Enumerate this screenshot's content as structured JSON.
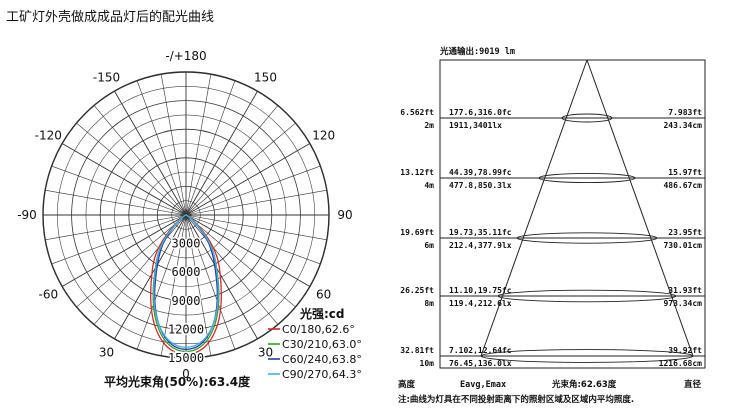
{
  "title": "工矿灯外壳做成成品灯后的配光曲线",
  "polar": {
    "angle_labels": [
      {
        "deg": 0,
        "text": "0"
      },
      {
        "deg": 30,
        "text": "30"
      },
      {
        "deg": -30,
        "text": "30"
      },
      {
        "deg": 60,
        "text": "60"
      },
      {
        "deg": -60,
        "text": "-60"
      },
      {
        "deg": 90,
        "text": "90"
      },
      {
        "deg": -90,
        "text": "-90"
      },
      {
        "deg": 120,
        "text": "120"
      },
      {
        "deg": -120,
        "text": "-120"
      },
      {
        "deg": 150,
        "text": "150"
      },
      {
        "deg": -150,
        "text": "-150"
      },
      {
        "deg": 180,
        "text": "-/+180"
      }
    ],
    "rings": [
      3000,
      6000,
      9000,
      12000,
      15000
    ],
    "ring_labels": [
      "3000",
      "6000",
      "9000",
      "12000",
      "15000"
    ],
    "unit_label": "光强:cd",
    "legend": [
      {
        "label": "C0/180,62.6°",
        "color": "#d42a2a"
      },
      {
        "label": "C30/210,63.0°",
        "color": "#3a9a2a"
      },
      {
        "label": "C60/240,63.8°",
        "color": "#2a3aa8"
      },
      {
        "label": "C90/270,64.3°",
        "color": "#3ab4e0"
      }
    ],
    "beam_angle_text": "平均光束角(50%):63.4度"
  },
  "cone": {
    "flux_label": "光通输出:9019 lm",
    "rows": [
      {
        "height_ft": "6.562ft",
        "height_m": "2m",
        "e_fc": "177.6,316.0fc",
        "e_lx": "1911,3401lx",
        "dia_ft": "7.983ft",
        "dia_cm": "243.34cm"
      },
      {
        "height_ft": "13.12ft",
        "height_m": "4m",
        "e_fc": "44.39,78.99fc",
        "e_lx": "477.8,850.3lx",
        "dia_ft": "15.97ft",
        "dia_cm": "486.67cm"
      },
      {
        "height_ft": "19.69ft",
        "height_m": "6m",
        "e_fc": "19.73,35.11fc",
        "e_lx": "212.4,377.9lx",
        "dia_ft": "23.95ft",
        "dia_cm": "730.01cm"
      },
      {
        "height_ft": "26.25ft",
        "height_m": "8m",
        "e_fc": "11.10,19.75fc",
        "e_lx": "119.4,212.6lx",
        "dia_ft": "31.93ft",
        "dia_cm": "973.34cm"
      },
      {
        "height_ft": "32.81ft",
        "height_m": "10m",
        "e_fc": "7.102,12.64fc",
        "e_lx": "76.45,136.0lx",
        "dia_ft": "39.92ft",
        "dia_cm": "1216.68cm"
      }
    ],
    "footer": {
      "height": "高度",
      "eavg": "Eavg,Emax",
      "beam": "光束角:62.63度",
      "diameter": "直径"
    },
    "note": "注:曲线为灯具在不同投射距离下的照射区域及区域内平均照度."
  }
}
